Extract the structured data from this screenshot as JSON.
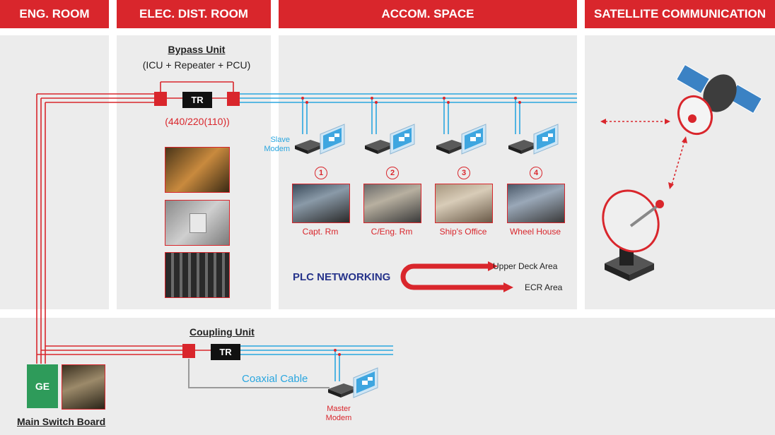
{
  "headers": {
    "eng_room": "ENG. ROOM",
    "elec_room": "ELEC. DIST. ROOM",
    "accom_space": "ACCOM. SPACE",
    "satellite": "SATELLITE COMMUNICATION"
  },
  "bypass": {
    "title": "Bypass Unit",
    "subtitle": "(ICU + Repeater + PCU)",
    "tr": "TR",
    "voltage": "(440/220(110))"
  },
  "slave_modem": {
    "line1": "Slave",
    "line2": "Modem"
  },
  "rooms": [
    {
      "num": "1",
      "label": "Capt. Rm"
    },
    {
      "num": "2",
      "label": "C/Eng. Rm"
    },
    {
      "num": "3",
      "label": "Ship's Office"
    },
    {
      "num": "4",
      "label": "Wheel House"
    }
  ],
  "plc": {
    "title": "PLC NETWORKING",
    "upper": "Upper Deck Area",
    "ecr": "ECR Area"
  },
  "coupling": {
    "title": "Coupling Unit",
    "tr": "TR",
    "coax": "Coaxial Cable"
  },
  "master_modem": {
    "line1": "Master",
    "line2": "Modem"
  },
  "msb": {
    "ge": "GE",
    "label": "Main Switch Board"
  },
  "colors": {
    "red": "#d9262c",
    "blue": "#2aa6df",
    "panel": "#ececec",
    "navy": "#27348b"
  }
}
